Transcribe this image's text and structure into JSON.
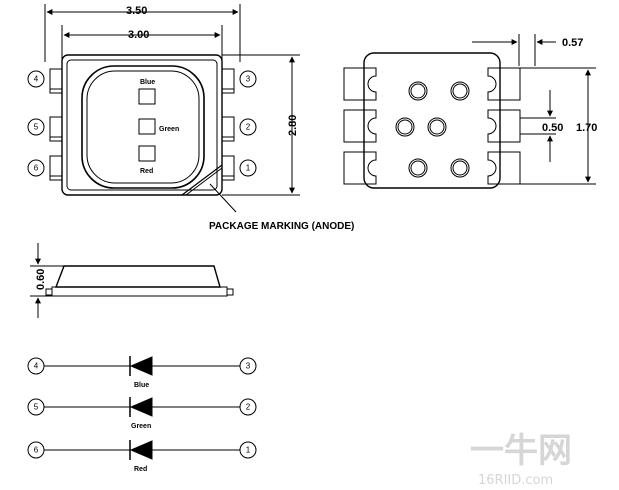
{
  "dimensions": {
    "outer_width": "3.50",
    "inner_width": "3.00",
    "height": "2.80",
    "pad_offset": "0.57",
    "pad_gap": "0.50",
    "pad_span": "1.70",
    "thickness": "0.60"
  },
  "top_view": {
    "pins_left": [
      "4",
      "5",
      "6"
    ],
    "pins_right": [
      "3",
      "2",
      "1"
    ],
    "chip_labels": [
      "Blue",
      "Green",
      "Red"
    ]
  },
  "callout": "PACKAGE MARKING (ANODE)",
  "schematic": [
    {
      "anode": "4",
      "cathode": "3",
      "label": "Blue"
    },
    {
      "anode": "5",
      "cathode": "2",
      "label": "Green"
    },
    {
      "anode": "6",
      "cathode": "1",
      "label": "Red"
    }
  ],
  "watermark": {
    "logo": "一牛网",
    "site": "16RIID.com"
  }
}
